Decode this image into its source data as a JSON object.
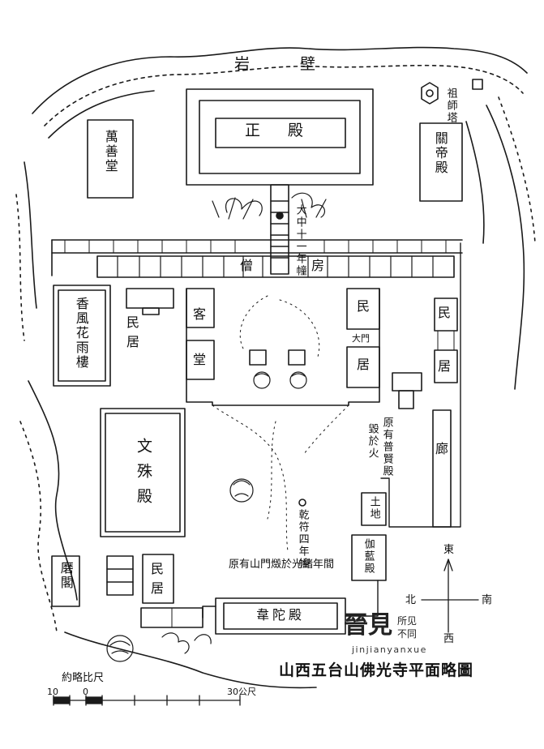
{
  "map": {
    "title": "山西五台山佛光寺平面略圖",
    "cliff": [
      "岩",
      "壁"
    ],
    "halls": {
      "main_hall": "正殿",
      "manshan_tang": "萬善堂",
      "guandi_dian": "關帝殿",
      "founder_pagoda": "祖師塔",
      "xiangfeng_lou": "香風花雨樓",
      "wenshu_dian": "文殊殿",
      "qielan_dian": "伽藍殿",
      "weituo_dian": "韋陀殿",
      "tudi": "土地",
      "ma_ge": "磨閣"
    },
    "rooms": {
      "seng": "僧",
      "fang": "房",
      "ke": "客",
      "tang": "堂",
      "min": "民",
      "ju": "居",
      "da_men": "大門",
      "min_right": "民",
      "ju_right": "居",
      "min_left": "民",
      "ju_left": "居",
      "min_bottom": "民",
      "ju_bottom": "居",
      "lang": "廊"
    },
    "notes": {
      "dazhong_chuang": "大中十一年幢",
      "qianfu_chuang": "乾符四年幢",
      "puxian_note_1": "原有普賢殿",
      "puxian_note_2": "毀於火",
      "gate_note": "原有山門燬於光緒年間"
    },
    "compass": {
      "north": "東",
      "south": "西",
      "west": "北",
      "east": "南"
    },
    "scale": {
      "label": "約略比尺",
      "ticks": [
        "10",
        "0",
        "30公尺"
      ]
    },
    "watermark": {
      "main": "晉見",
      "sub_1": "所见",
      "sub_2": "不同",
      "url": "jinjianyanxue"
    }
  }
}
